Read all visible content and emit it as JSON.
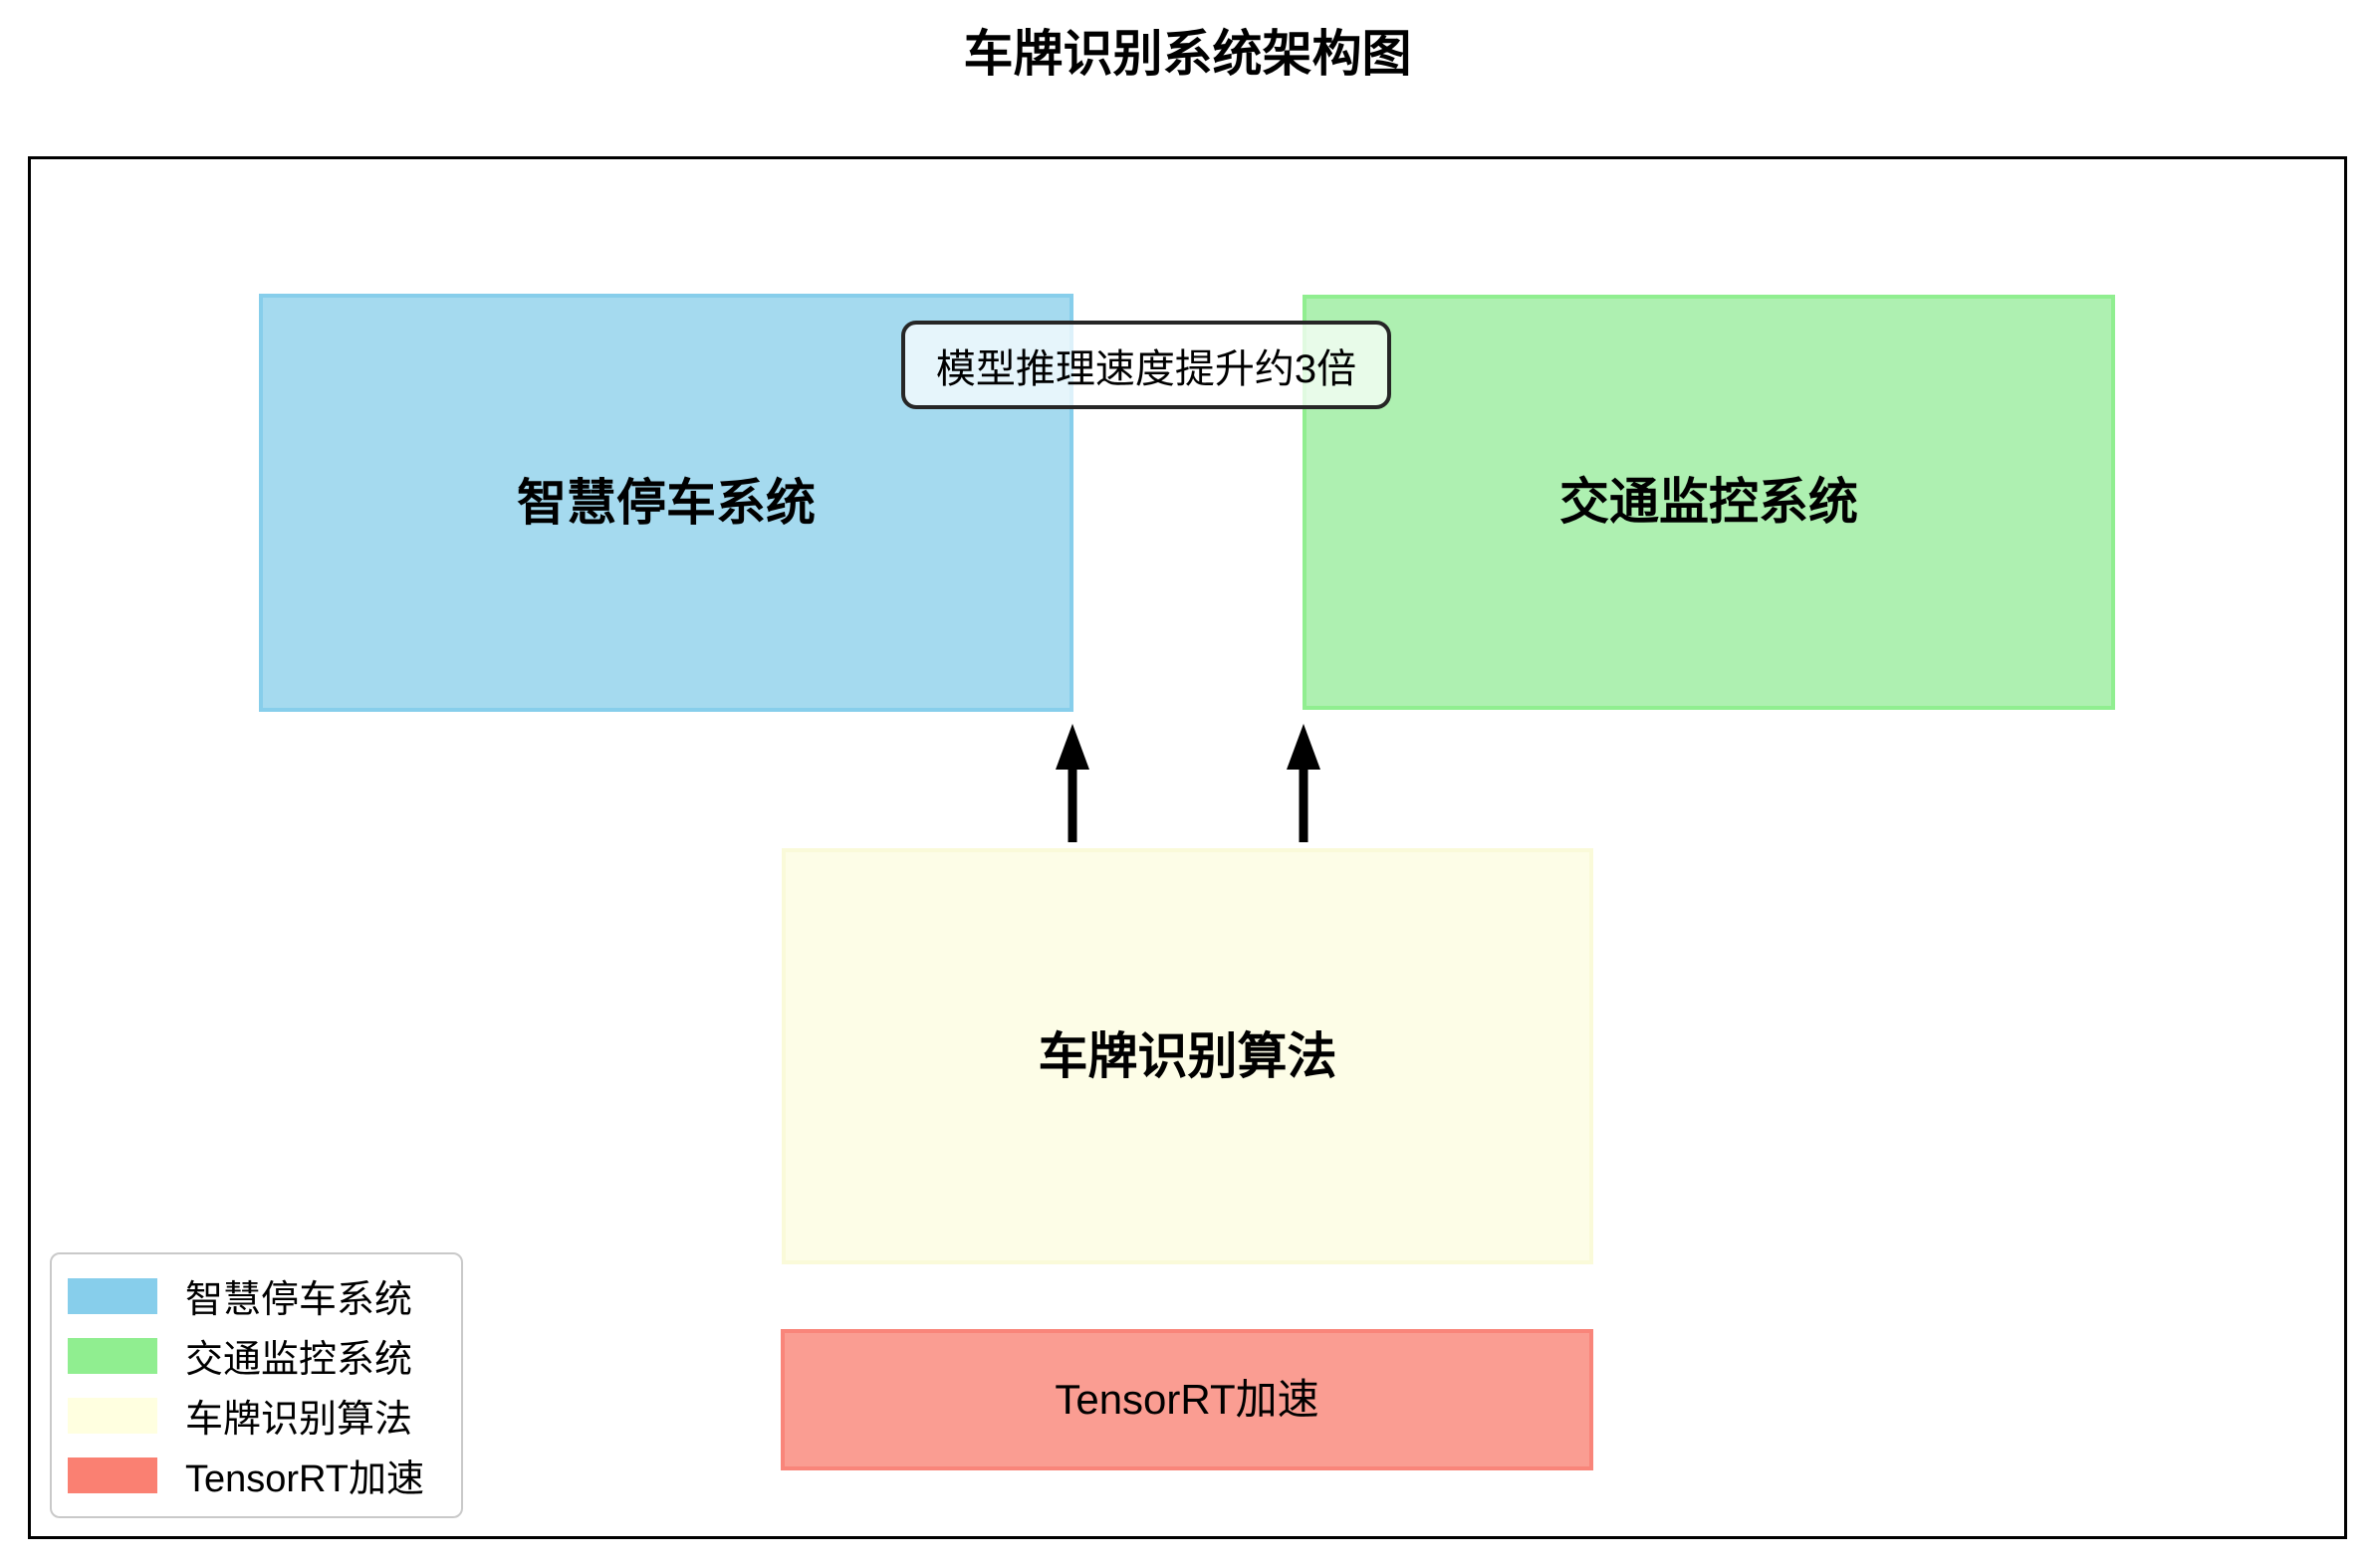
{
  "title": "车牌识别系统架构图",
  "diagram": {
    "boxes": {
      "parking": {
        "label": "智慧停车系统",
        "fill": "#A5DAEF",
        "border": "#87CEEB"
      },
      "traffic": {
        "label": "交通监控系统",
        "fill": "#AEF0B1",
        "border": "#90EE90"
      },
      "algorithm": {
        "label": "车牌识别算法",
        "fill": "#FDFDE7",
        "border": "#FAFAD9"
      },
      "tensorrt": {
        "label": "TensorRT加速",
        "fill": "#FA9D92",
        "border": "#F9857A"
      }
    },
    "annotation": {
      "text": "模型推理速度提升约3倍"
    },
    "arrows": [
      {
        "name": "algorithm-to-parking",
        "direction": "up",
        "color": "#000000"
      },
      {
        "name": "algorithm-to-traffic",
        "direction": "up",
        "color": "#000000"
      }
    ]
  },
  "legend": {
    "items": [
      {
        "label": "智慧停车系统",
        "color": "#87CEEB"
      },
      {
        "label": "交通监控系统",
        "color": "#90EE90"
      },
      {
        "label": "车牌识别算法",
        "color": "#FFFFE0"
      },
      {
        "label": "TensorRT加速",
        "color": "#FA8072"
      }
    ]
  }
}
